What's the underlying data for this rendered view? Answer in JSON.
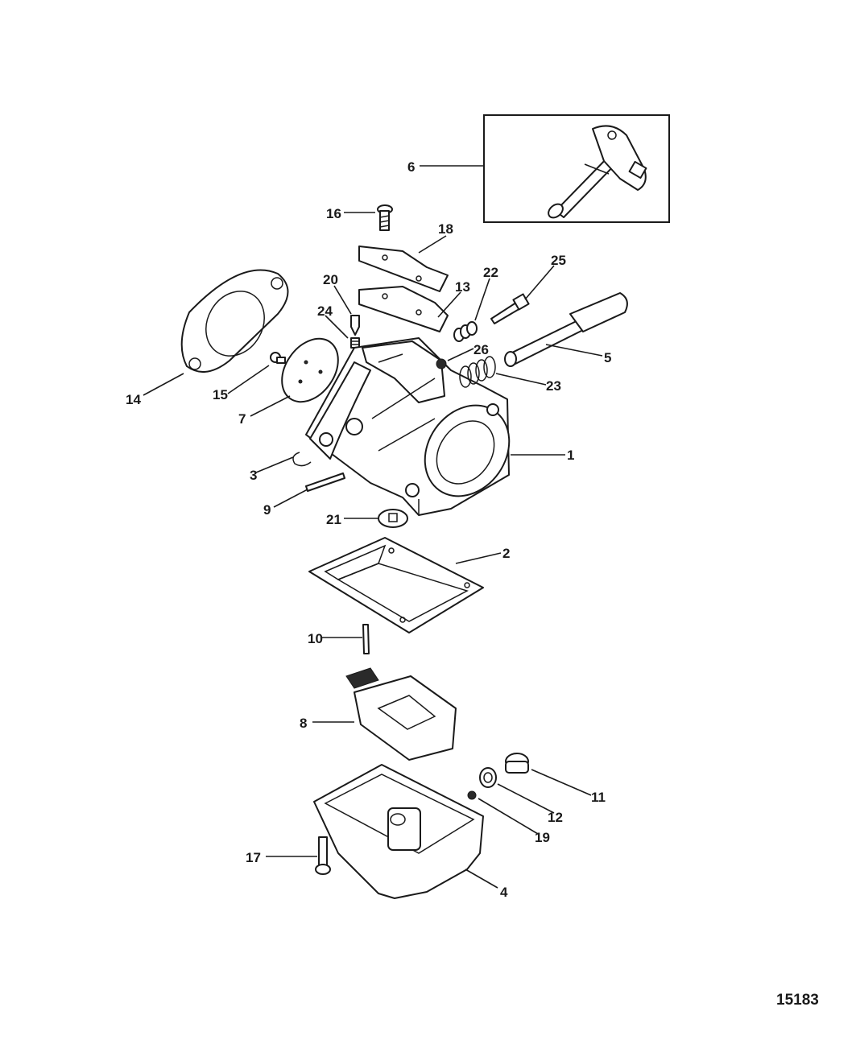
{
  "figure_number": "15183",
  "callouts": [
    "1",
    "2",
    "3",
    "4",
    "5",
    "6",
    "7",
    "8",
    "9",
    "10",
    "11",
    "12",
    "13",
    "14",
    "15",
    "16",
    "17",
    "18",
    "19",
    "20",
    "21",
    "22",
    "23",
    "24",
    "25",
    "26"
  ]
}
